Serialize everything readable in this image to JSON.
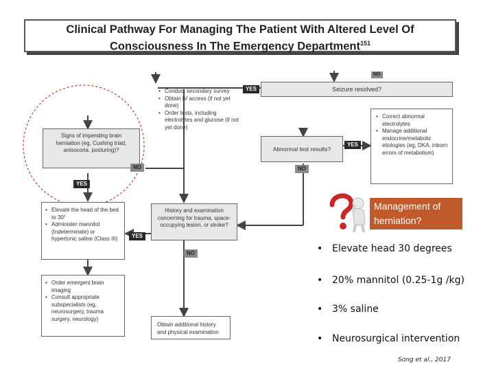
{
  "title": {
    "line1": "Clinical Pathway For Managing The Patient With Altered Level Of",
    "line2": "Consciousness In The Emergency Department",
    "superscript": "151"
  },
  "flow": {
    "top_label": "NO",
    "seizure_question": "Seizure resolved?",
    "secondary_survey": [
      "Conduct secondary survey",
      "Obtain IV access (if not yet done)",
      "Order tests, including electrolytes and glucose (if not yet done)"
    ],
    "herniation_question": "Signs of impending brain herniation (eg, Cushing triad, anisocoria, posturing)?",
    "abnormal_tests_question": "Abnormal test results?",
    "correct_abnormal": [
      "Correct abnormal electrolytes",
      "Manage additional endocrine/metabolic etiologies (eg, DKA, inborn errors of metabolism)"
    ],
    "herniation_actions": [
      "Elevate the head of the bed to 30°",
      "Administer mannitol (Indeterminate) or hypertonic saline (Class III)"
    ],
    "history_question": "History and examination concerning for trauma, space-occupying lesion, or stroke?",
    "imaging_actions": [
      "Order emergent brain imaging",
      "Consult appropriate subspecialists (eg, neurosurgery, trauma surgery, neurology)"
    ],
    "obtain_history": "Obtain additional history and physical examination",
    "yes": "YES",
    "no": "NO"
  },
  "overlay": {
    "management_label": "Management of herniation?",
    "question_icon": "question-mark-person-icon",
    "bullets": [
      "Elevate head 30 degrees",
      "20% mannitol (0.25-1g /kg)",
      "3% saline",
      "Neurosurgical intervention"
    ],
    "citation": "Song et al., 2017"
  },
  "colors": {
    "management_bg": "#c05a2a",
    "question_red": "#c62828"
  }
}
